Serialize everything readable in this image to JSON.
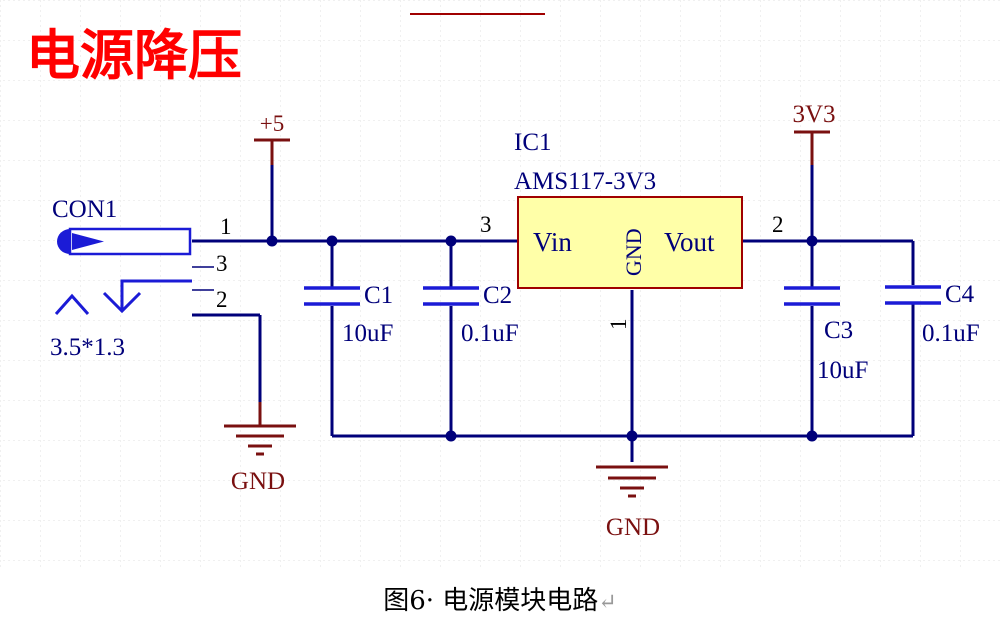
{
  "title": "电源降压",
  "colors": {
    "wire": "#00007a",
    "component": "#1b1bd6",
    "power": "#7a1010",
    "title": "#ff0000",
    "ic_fill": "#ffffa8",
    "ic_stroke": "#a00000",
    "grid": "#d6d6d6"
  },
  "connector": {
    "designator": "CON1",
    "value": "3.5*1.3",
    "pin1": "1",
    "pin3": "3",
    "pin2": "2"
  },
  "power_ports": {
    "plus5": "+5",
    "v3v3": "3V3",
    "gnd_left": "GND",
    "gnd_center": "GND"
  },
  "regulator": {
    "designator": "IC1",
    "part": "AMS117-3V3",
    "vin_label": "Vin",
    "gnd_label": "GND",
    "vout_label": "Vout",
    "vin_pin": "3",
    "gnd_pin": "1",
    "vout_pin": "2"
  },
  "capacitors": [
    {
      "designator": "C1",
      "value": "10uF"
    },
    {
      "designator": "C2",
      "value": "0.1uF"
    },
    {
      "designator": "C3",
      "value": "10uF"
    },
    {
      "designator": "C4",
      "value": "0.1uF"
    }
  ],
  "caption": {
    "text": "图6· 电源模块电路",
    "mark": "↵"
  }
}
